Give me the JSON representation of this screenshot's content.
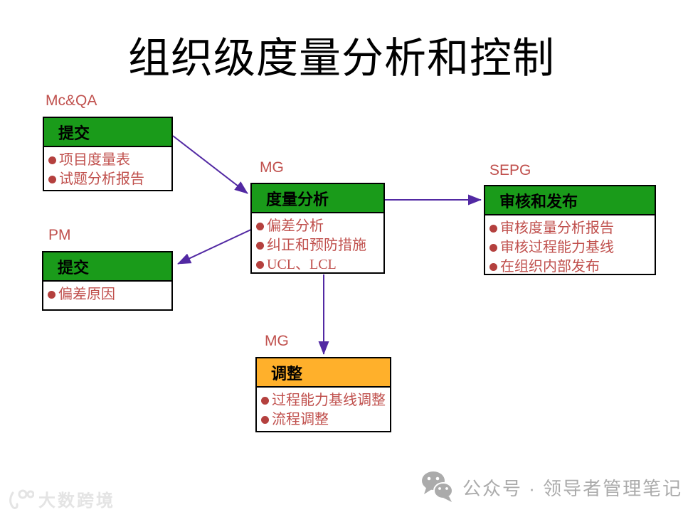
{
  "title": "组织级度量分析和控制",
  "colors": {
    "green": "#1A9B1A",
    "orange": "#FFB02B",
    "red": "#C0504D",
    "bullet": "#B4403E",
    "arrow": "#5229A3",
    "footer_gray": "#ABABAB",
    "watermark_gray": "#E4E4E4"
  },
  "nodes": [
    {
      "label": "Mc&QA",
      "header": "提交",
      "items": [
        "项目度量表",
        "试题分析报告"
      ]
    },
    {
      "label": "MG",
      "header": "度量分析",
      "items": [
        "偏差分析",
        "纠正和预防措施",
        "UCL、LCL"
      ]
    },
    {
      "label": "SEPG",
      "header": "审核和发布",
      "items": [
        "审核度量分析报告",
        "审核过程能力基线",
        "在组织内部发布"
      ]
    },
    {
      "label": "PM",
      "header": "提交",
      "items": [
        "偏差原因"
      ]
    },
    {
      "label": "MG",
      "header": "调整",
      "items": [
        "过程能力基线调整",
        "流程调整"
      ]
    }
  ],
  "connections": [
    {
      "from": "Mc&QA 提交",
      "to": "MG 度量分析",
      "direction": "one-way"
    },
    {
      "from": "PM 提交",
      "to": "MG 度量分析",
      "direction": "two-way"
    },
    {
      "from": "MG 度量分析",
      "to": "SEPG 审核和发布",
      "direction": "one-way"
    },
    {
      "from": "MG 度量分析",
      "to": "MG 调整",
      "direction": "one-way"
    }
  ],
  "footer": {
    "watermark": "大数跨境",
    "credit": "公众号 · 领导者管理笔记"
  }
}
